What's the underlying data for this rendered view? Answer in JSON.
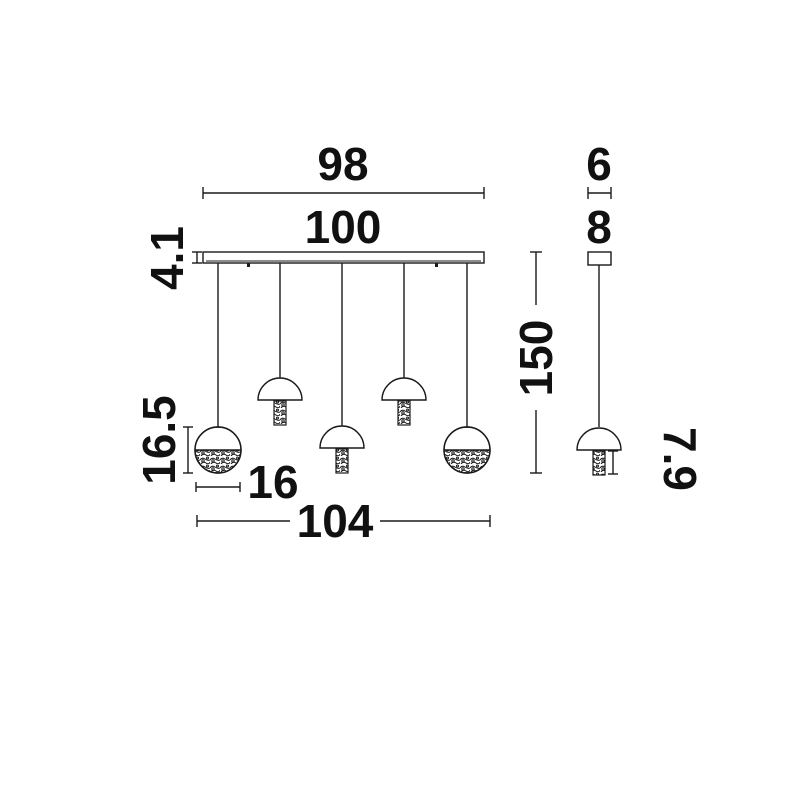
{
  "diagram": {
    "colors": {
      "line": "#1a1a1a",
      "text": "#111111",
      "background": "#ffffff"
    },
    "dimensions": {
      "top_length": "98",
      "canopy_length": "100",
      "canopy_height": "4.1",
      "total_height": "150",
      "large_shade_height": "16.5",
      "large_shade_width": "16",
      "overall_width": "104",
      "side_top_depth": "6",
      "side_canopy_depth": "8",
      "small_shade_height": "7.9"
    }
  }
}
